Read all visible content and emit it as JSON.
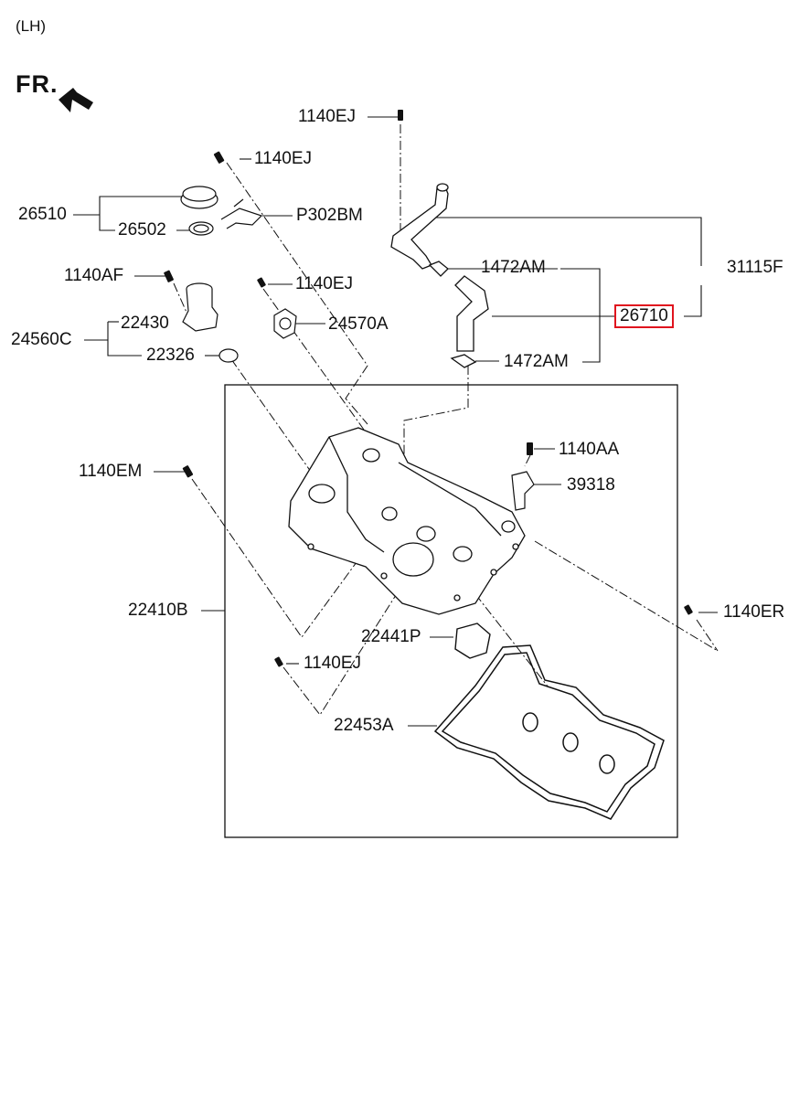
{
  "header": {
    "side": "(LH)",
    "direction": "FR."
  },
  "highlight_color": "#e0141e",
  "labels": {
    "p1140ej_top": "1140EJ",
    "p1140ej_a": "1140EJ",
    "p26510": "26510",
    "p26502": "26502",
    "pP302BM": "P302BM",
    "p1140af": "1140AF",
    "p1140ej_b": "1140EJ",
    "p22430": "22430",
    "p24560c": "24560C",
    "p24570a": "24570A",
    "p22326": "22326",
    "p1472am_a": "1472AM",
    "p31115f": "31115F",
    "p26710": "26710",
    "p1472am_b": "1472AM",
    "p1140aa": "1140AA",
    "p1140em": "1140EM",
    "p39318": "39318",
    "p22410b": "22410B",
    "p1140er": "1140ER",
    "p22441p": "22441P",
    "p1140ej_c": "1140EJ",
    "p22453a": "22453A"
  }
}
